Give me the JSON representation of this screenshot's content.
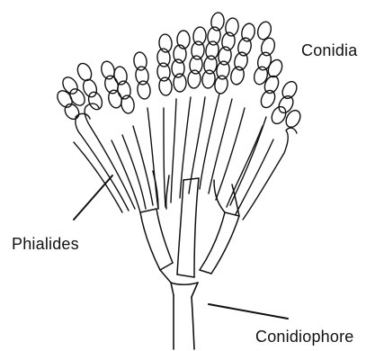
{
  "labels": {
    "conidia": "Conidia",
    "phialides": "Phialides",
    "conidiophore": "Conidiophore"
  },
  "colors": {
    "ink": "#111111",
    "background": "#ffffff"
  }
}
